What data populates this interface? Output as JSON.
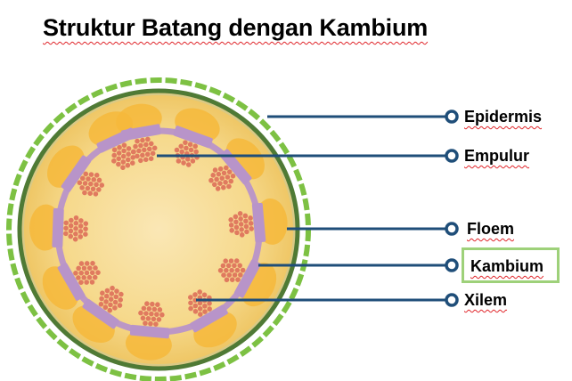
{
  "title": "Struktur Batang dengan Kambium",
  "labels": {
    "epidermis": "Epidermis",
    "empulur": "Empulur",
    "floem": "Floem",
    "kambium": "Kambium",
    "xilem": "Xilem"
  },
  "colors": {
    "outer_ring": "#5a8a3a",
    "dashed_ring": "#7dc143",
    "cortex": "#f7d78a",
    "cambium_ring": "#b894c9",
    "phloem": "#f6b93b",
    "xylem": "#e07a5f",
    "leader_line": "#1f4e79",
    "highlight_box": "#9ed17a",
    "spell_underline": "#e0252a"
  },
  "icons": [
    "callout-dot-icon"
  ]
}
